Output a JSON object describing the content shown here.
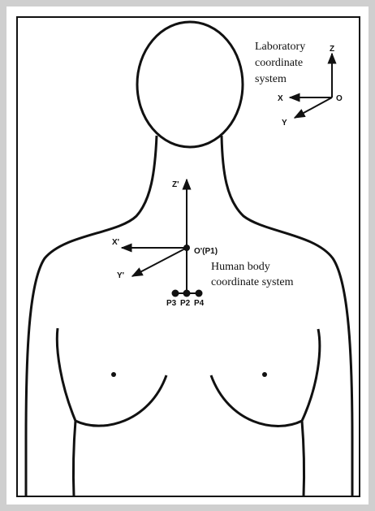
{
  "lab_label": [
    "Laboratory",
    "coordinate",
    "system"
  ],
  "lab_axes": {
    "z": "Z",
    "x": "X",
    "y": "Y",
    "origin": "O"
  },
  "body_label": [
    "Human body",
    "coordinate system"
  ],
  "body_axes": {
    "z": "Z'",
    "x": "X'",
    "y": "Y'",
    "origin": "O'(P1)"
  },
  "points": [
    "P3",
    "P2",
    "P4"
  ]
}
